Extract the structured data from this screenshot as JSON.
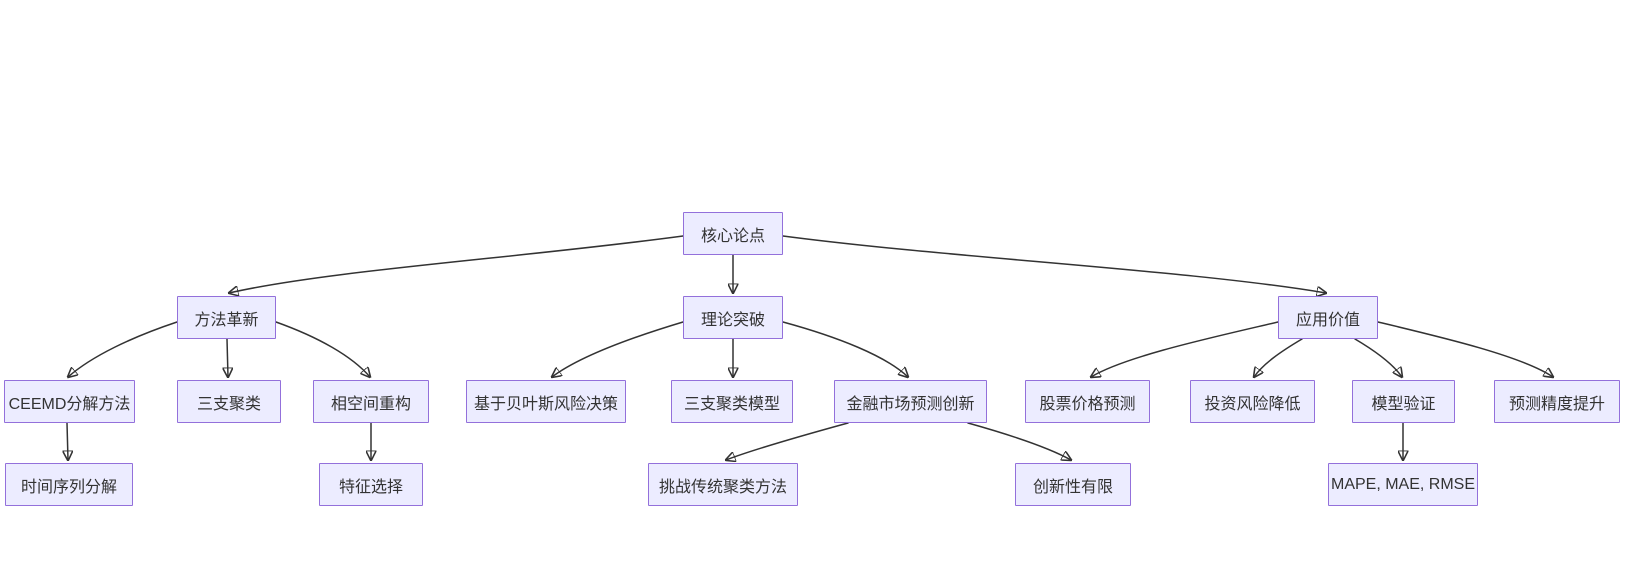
{
  "diagram": {
    "type": "flowchart-tree",
    "background_color": "#ffffff",
    "node_fill_color": "#ECECFF",
    "node_border_color": "#9370DB",
    "edge_color": "#333333",
    "text_color": "#333333",
    "nodes": {
      "core": {
        "label": "核心论点"
      },
      "method": {
        "label": "方法革新"
      },
      "theory": {
        "label": "理论突破"
      },
      "application": {
        "label": "应用价值"
      },
      "ceemd": {
        "label": "CEEMD分解方法"
      },
      "three_way": {
        "label": "三支聚类"
      },
      "phase_space": {
        "label": "相空间重构"
      },
      "bayes": {
        "label": "基于贝叶斯风险决策"
      },
      "three_way_model": {
        "label": "三支聚类模型"
      },
      "finance_innovation": {
        "label": "金融市场预测创新"
      },
      "stock": {
        "label": "股票价格预测"
      },
      "risk": {
        "label": "投资风险降低"
      },
      "validation": {
        "label": "模型验证"
      },
      "precision": {
        "label": "预测精度提升"
      },
      "time_series": {
        "label": "时间序列分解"
      },
      "feature": {
        "label": "特征选择"
      },
      "challenge": {
        "label": "挑战传统聚类方法"
      },
      "limited": {
        "label": "创新性有限"
      },
      "metrics": {
        "label": "MAPE, MAE, RMSE"
      }
    },
    "edges": [
      {
        "from": "core",
        "to": "method"
      },
      {
        "from": "core",
        "to": "theory"
      },
      {
        "from": "core",
        "to": "application"
      },
      {
        "from": "method",
        "to": "ceemd"
      },
      {
        "from": "method",
        "to": "three_way"
      },
      {
        "from": "method",
        "to": "phase_space"
      },
      {
        "from": "theory",
        "to": "bayes"
      },
      {
        "from": "theory",
        "to": "three_way_model"
      },
      {
        "from": "theory",
        "to": "finance_innovation"
      },
      {
        "from": "application",
        "to": "stock"
      },
      {
        "from": "application",
        "to": "risk"
      },
      {
        "from": "application",
        "to": "validation"
      },
      {
        "from": "application",
        "to": "precision"
      },
      {
        "from": "ceemd",
        "to": "time_series"
      },
      {
        "from": "phase_space",
        "to": "feature"
      },
      {
        "from": "finance_innovation",
        "to": "challenge"
      },
      {
        "from": "finance_innovation",
        "to": "limited"
      },
      {
        "from": "validation",
        "to": "metrics"
      }
    ]
  }
}
